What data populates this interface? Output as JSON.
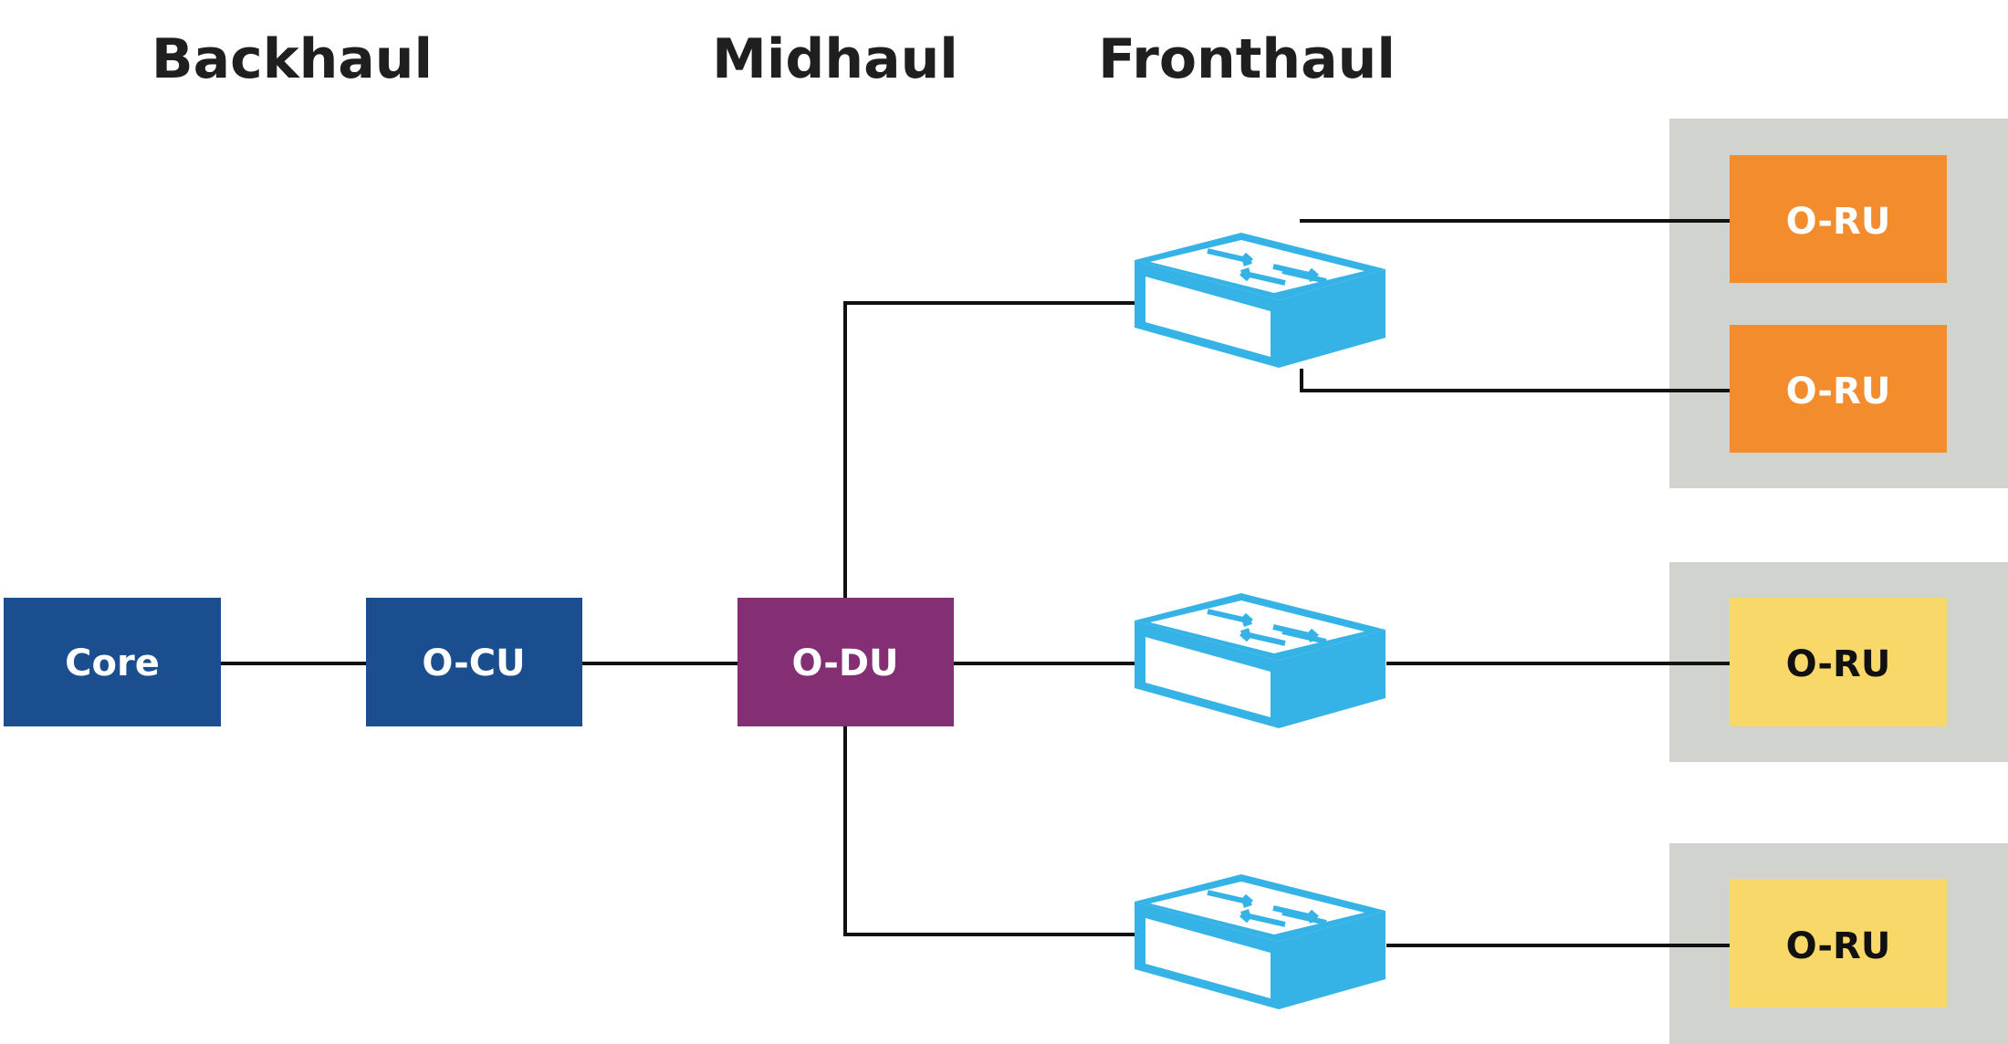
{
  "headings": {
    "backhaul": "Backhaul",
    "midhaul": "Midhaul",
    "fronthaul": "Fronthaul"
  },
  "nodes": {
    "core": "Core",
    "ocu": "O-CU",
    "odu": "O-DU",
    "oru_1": "O-RU",
    "oru_2": "O-RU",
    "oru_3": "O-RU",
    "oru_4": "O-RU"
  },
  "icons": {
    "switch": "network-switch-icon"
  },
  "colors": {
    "core": "#1a4e8f",
    "ocu": "#1a4e8f",
    "odu": "#842f74",
    "oru_orange": "#f28c2c",
    "oru_yellow": "#f8d868",
    "site_panel": "#d1d4ce",
    "switch": "#35b3e6",
    "link": "#111111"
  }
}
